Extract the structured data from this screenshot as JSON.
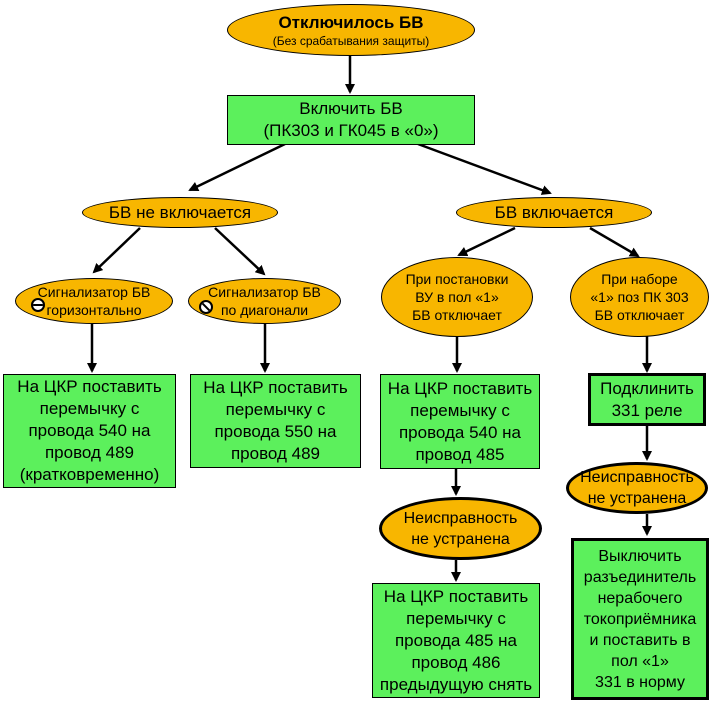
{
  "title": {
    "main": "Отключилось БВ",
    "sub": "(Без срабатывания защиты)"
  },
  "step_enable": [
    "Включить БВ",
    "(ПК303 и ГК045 в «0»)"
  ],
  "left_branch": "БВ не включается",
  "right_branch": "БВ включается",
  "cond_horizontal": [
    "Сигнализатор БВ",
    "горизонтально"
  ],
  "cond_diagonal": [
    "Сигнализатор БВ",
    "по диагонали"
  ],
  "cond_vu": [
    "При постановки",
    "ВУ в пол «1»",
    "БВ отключает"
  ],
  "cond_pk": [
    "При наборе",
    "«1» поз ПК 303",
    "БВ отключает"
  ],
  "action_540_489": [
    "На ЦКР поставить",
    "перемычку  с",
    "провода 540 на",
    "провод 489",
    "(кратковременно)"
  ],
  "action_550_489": [
    "На ЦКР поставить",
    "перемычку  с",
    "провода 550 на",
    "провод 489"
  ],
  "action_540_485": [
    "На ЦКР поставить",
    "перемычку с",
    "провода 540 на",
    "провод 485"
  ],
  "action_331": [
    "Подклинить",
    "331 реле"
  ],
  "fault_mid": [
    "Неисправность",
    "не устранена"
  ],
  "fault_right": [
    "Неисправность",
    "не устранена"
  ],
  "action_485_486": [
    "На ЦКР поставить",
    "перемычку с",
    "провода 485 на",
    "провод 486",
    "предыдущую снять"
  ],
  "action_disconnect": [
    "Выключить",
    "разъединитель",
    "нерабочего",
    "токоприёмника",
    "и поставить в",
    "пол «1»",
    "331 в норму"
  ],
  "colors": {
    "ellipse_fill": "#f8b600",
    "box_fill": "#5cf05c",
    "stroke": "#000000"
  },
  "icons": [
    "sign-horizontal-icon",
    "sign-diagonal-icon"
  ]
}
